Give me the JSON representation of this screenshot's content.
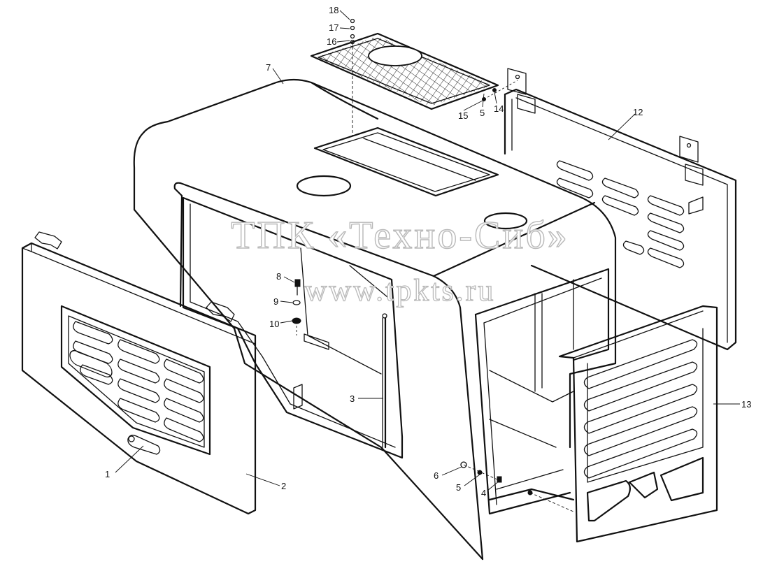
{
  "watermark": {
    "line1": "ТПК «Техно-Сиб»",
    "line2": "www.tpkts.ru"
  },
  "callouts": [
    {
      "id": "1",
      "text": "1"
    },
    {
      "id": "2",
      "text": "2"
    },
    {
      "id": "3",
      "text": "3"
    },
    {
      "id": "4",
      "text": "4"
    },
    {
      "id": "5a",
      "text": "5"
    },
    {
      "id": "5b",
      "text": "5"
    },
    {
      "id": "6",
      "text": "6"
    },
    {
      "id": "7",
      "text": "7"
    },
    {
      "id": "8",
      "text": "8"
    },
    {
      "id": "9",
      "text": "9"
    },
    {
      "id": "10",
      "text": "10"
    },
    {
      "id": "12",
      "text": "12"
    },
    {
      "id": "13",
      "text": "13"
    },
    {
      "id": "14",
      "text": "14"
    },
    {
      "id": "15",
      "text": "15"
    },
    {
      "id": "16",
      "text": "16"
    },
    {
      "id": "17",
      "text": "17"
    },
    {
      "id": "18",
      "text": "18"
    }
  ]
}
